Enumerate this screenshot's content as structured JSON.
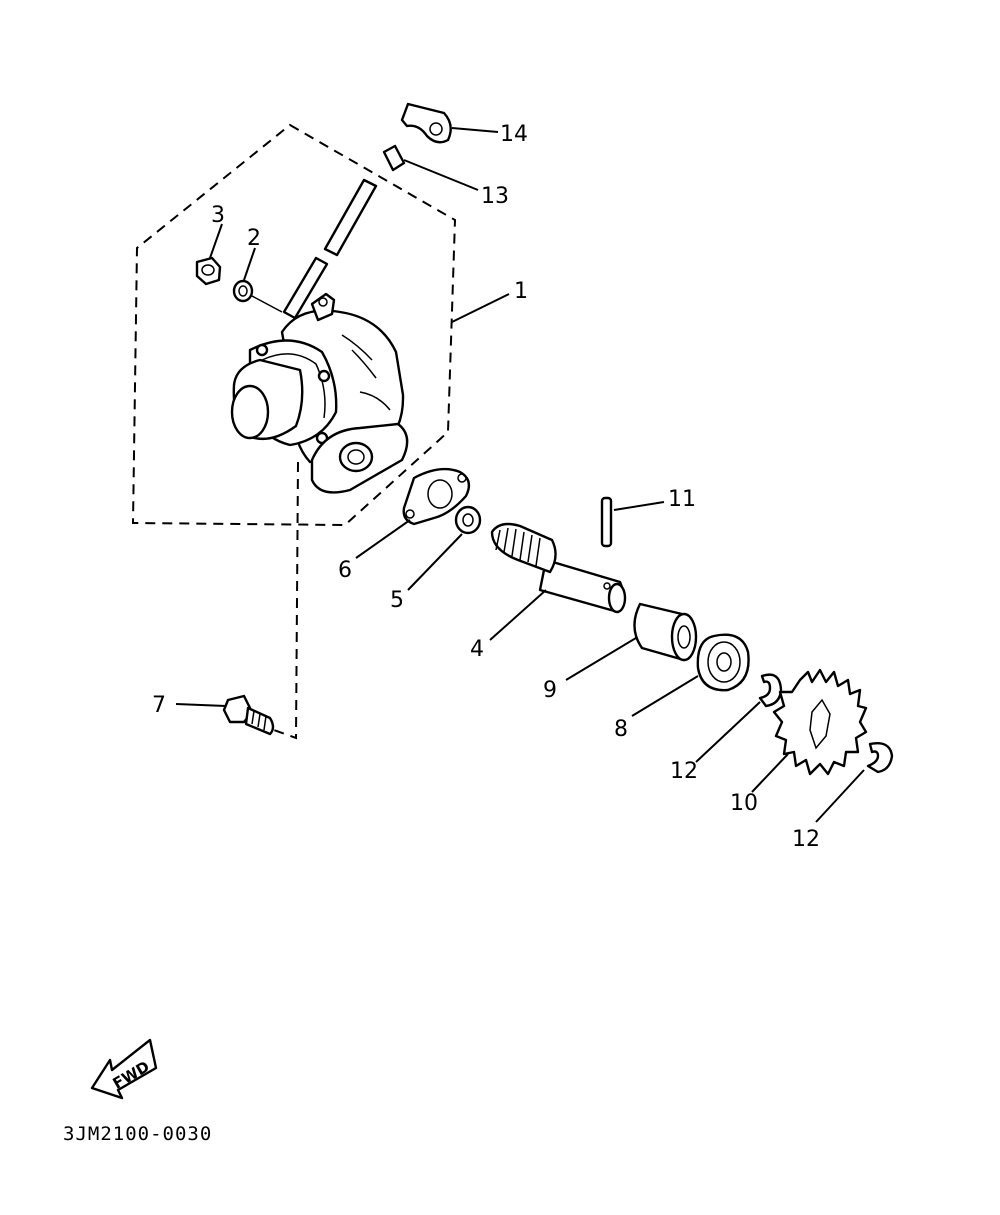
{
  "callouts": {
    "c1": "1",
    "c2": "2",
    "c3": "3",
    "c4": "4",
    "c5": "5",
    "c6": "6",
    "c7": "7",
    "c8": "8",
    "c9": "9",
    "c10": "10",
    "c11": "11",
    "c12a": "12",
    "c12b": "12",
    "c13": "13",
    "c14": "14"
  },
  "fwd_label": "FWD",
  "diagram_code": "3JM2100-0030"
}
